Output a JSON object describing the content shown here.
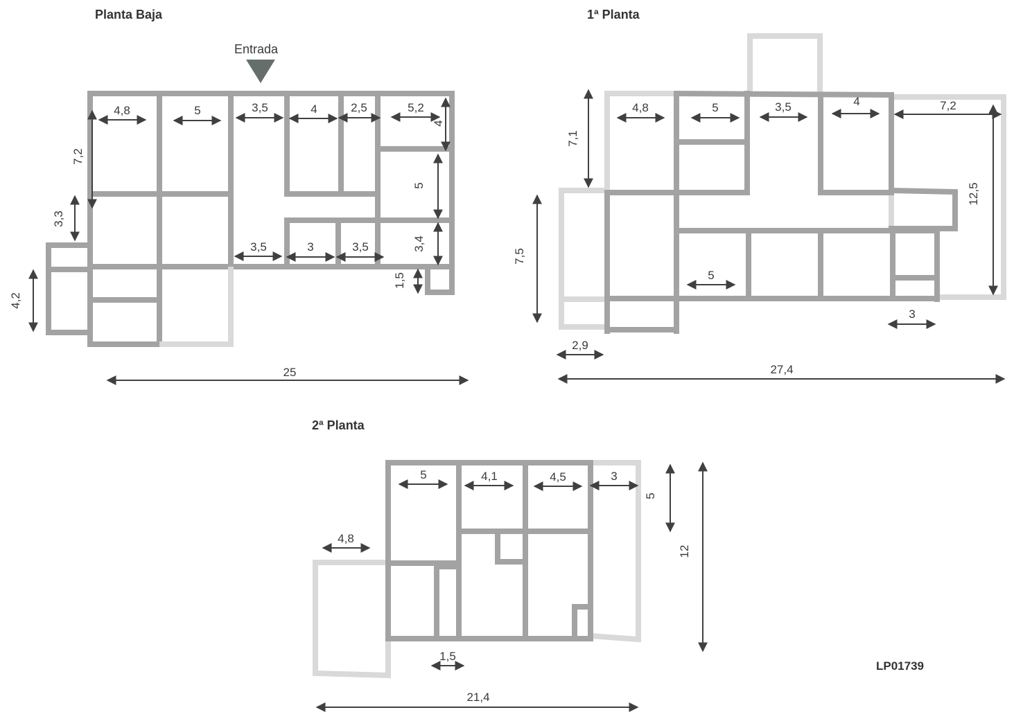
{
  "colors": {
    "wall": "#a3a3a3",
    "exterior": "#d9d9d9",
    "dimension": "#404040",
    "entrance_marker": "#666e6c"
  },
  "plan_code": "LP01739",
  "floors": {
    "ground": {
      "title": "Planta Baja",
      "entrance_label": "Entrada",
      "dims": {
        "w1": "4,8",
        "w2": "5",
        "w3": "3,5",
        "w4": "4",
        "w5": "2,5",
        "w6": "5,2",
        "h_right_top": "4",
        "h_left": "7,2",
        "h_right_mid": "5",
        "h_left_small": "3,3",
        "w_b1": "3,5",
        "w_b2": "3",
        "w_b3": "3,5",
        "h_right_low": "3,4",
        "h_small": "1,5",
        "h_annex": "4,2",
        "total": "25"
      }
    },
    "first": {
      "title": "1ª Planta",
      "dims": {
        "w1": "4,8",
        "w2": "5",
        "w3": "3,5",
        "w4": "4",
        "w5": "7,2",
        "h_left_top": "7,1",
        "h_right": "12,5",
        "h_left_low": "7,5",
        "w_mid": "5",
        "w_right_small": "3",
        "w_annex": "2,9",
        "total": "27,4"
      }
    },
    "second": {
      "title": "2ª Planta",
      "dims": {
        "w1": "5",
        "w2": "4,1",
        "w3": "4,5",
        "w4": "3",
        "w_left": "4,8",
        "h_top": "5",
        "h_total": "12",
        "w_small": "1,5",
        "total": "21,4"
      }
    }
  }
}
